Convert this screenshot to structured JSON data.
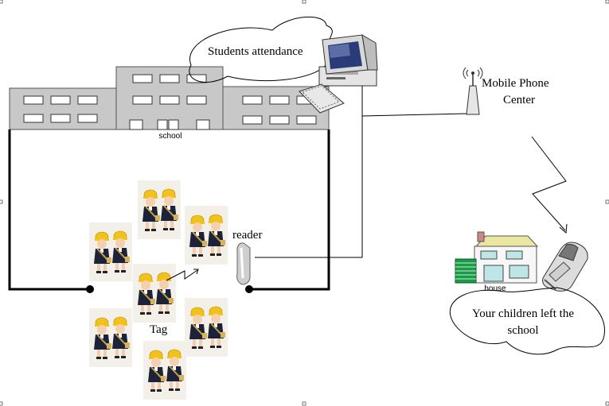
{
  "labels": {
    "attendance": "Students  attendance",
    "mobile_line1": "Mobile Phone",
    "mobile_line2": "Center",
    "school": "school",
    "reader": "reader",
    "tag": "Tag",
    "house": "house",
    "message_line1": "Your children left the",
    "message_line2": "school"
  },
  "icons": [
    "computer-icon",
    "antenna-icon",
    "mobile-phone-icon",
    "house-icon",
    "school-building-icon",
    "reader-icon",
    "student-pair-icon"
  ]
}
